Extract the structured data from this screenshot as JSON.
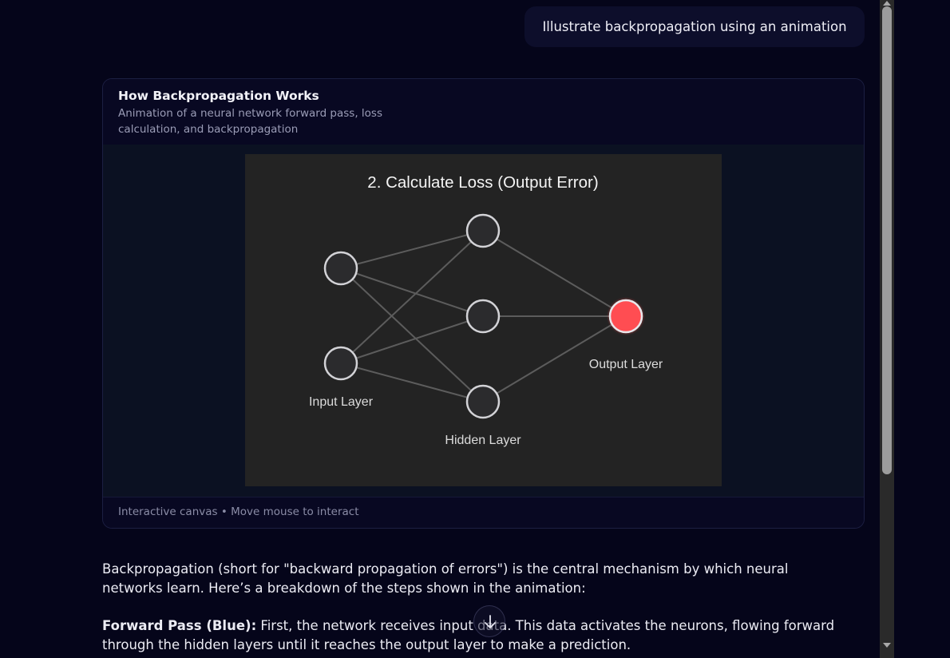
{
  "chat": {
    "user_message": "Illustrate backpropagation using an animation"
  },
  "artifact": {
    "title": "How Backpropagation Works",
    "subtitle": "Animation of a neural network forward pass, loss calculation, and backpropagation",
    "footer": "Interactive canvas • Move mouse to interact",
    "canvas": {
      "step_title": "2. Calculate Loss (Output Error)",
      "labels": {
        "input": "Input Layer",
        "hidden": "Hidden Layer",
        "output": "Output Layer"
      },
      "colors": {
        "background": "#232323",
        "neuron_fill": "#2b2b2d",
        "neuron_stroke": "#d2d2d6",
        "connection": "#5c5c5c",
        "active_output": "#ff4d52"
      },
      "state": {
        "highlighted_neuron": "output",
        "highlight_color": "red"
      }
    }
  },
  "response": {
    "intro": "Backpropagation (short for \"backward propagation of errors\") is the central mechanism by which neural networks learn. Here’s a breakdown of the steps shown in the animation:",
    "forward_pass_label": "Forward Pass (Blue):",
    "forward_pass_text": " First, the network receives input data. This data activates the neurons, flowing forward through the hidden layers until it reaches the output layer to make a prediction."
  },
  "controls": {
    "scroll_down_icon": "arrow-down-icon"
  }
}
